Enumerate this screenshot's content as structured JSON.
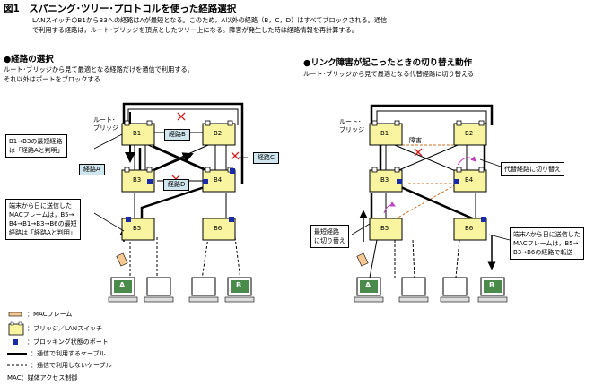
{
  "title": "図1　スパニング･ツリー･プロトコルを使った経路選択",
  "description": [
    "LANスイッチのB1からB3への経路はAが最短となる。このため，A以外の経路（B，C，D）はすべてブロックされる。通信",
    "で利用する経路は，ルート･ブリッジを頂点としたツリー上になる。障害が発生した時は経路情報を再計算する。"
  ],
  "left": {
    "heading": "●経路の選択",
    "subtitle": [
      "ルート･ブリッジから見て最適となる経路だけを通信で利用する。",
      "それ以外はポートをブロックする"
    ],
    "root_label": [
      "ルート･",
      "ブリッジ"
    ],
    "switches": [
      "B1",
      "B2",
      "B3",
      "B4",
      "B5",
      "B6"
    ],
    "tags": {
      "b": "経路B",
      "a": "経路A",
      "d": "経路D",
      "c": "経路C"
    },
    "callout_route": [
      "B1→B3の最短経路",
      "は「経路Aと判明」"
    ],
    "callout_frame": [
      "端末から日に送信した",
      "MACフレームは，B5→",
      "B4→B1→B3→B6の最短",
      "経路は「経路Aと判明」"
    ],
    "terminals": [
      "A",
      "",
      "",
      "B"
    ]
  },
  "right": {
    "heading": "●リンク障害が起こったときの切り替え動作",
    "subtitle": "ルート･ブリッジから見て最適となる代替経路に切り替える",
    "root_label": [
      "ルート･",
      "ブリッジ"
    ],
    "switches": [
      "B1",
      "B2",
      "B3",
      "B4",
      "B5",
      "B6"
    ],
    "fault_label": "障害",
    "callout_alt": "代替経路に切り替え",
    "callout_block": [
      "最短経路",
      "に切り替え"
    ],
    "callout_frame": [
      "端末Aから日に送信した",
      "MACフレームは，B5→",
      "B3→B6の経路で転送"
    ],
    "terminals": [
      "A",
      "",
      "",
      "B"
    ]
  },
  "legend": {
    "mac_frame": "：MACフレーム",
    "bridge": "：ブリッジ／LANスイッチ",
    "blocked": "：ブロッキング状態のポート",
    "used": "：通信で利用するケーブル",
    "unused": "：通信で利用しないケーブル",
    "mac": "MAC：媒体アクセス制御"
  },
  "colors": {
    "switch_fill": "#f8f4a0",
    "blocked_port": "#1a2aa8",
    "tag_fill": "#cfe6ee",
    "terminal_screen": "#4a8a4a",
    "fault": "#d02020",
    "alt_path": "#d07020",
    "arrow_purple": "#c040c0"
  }
}
